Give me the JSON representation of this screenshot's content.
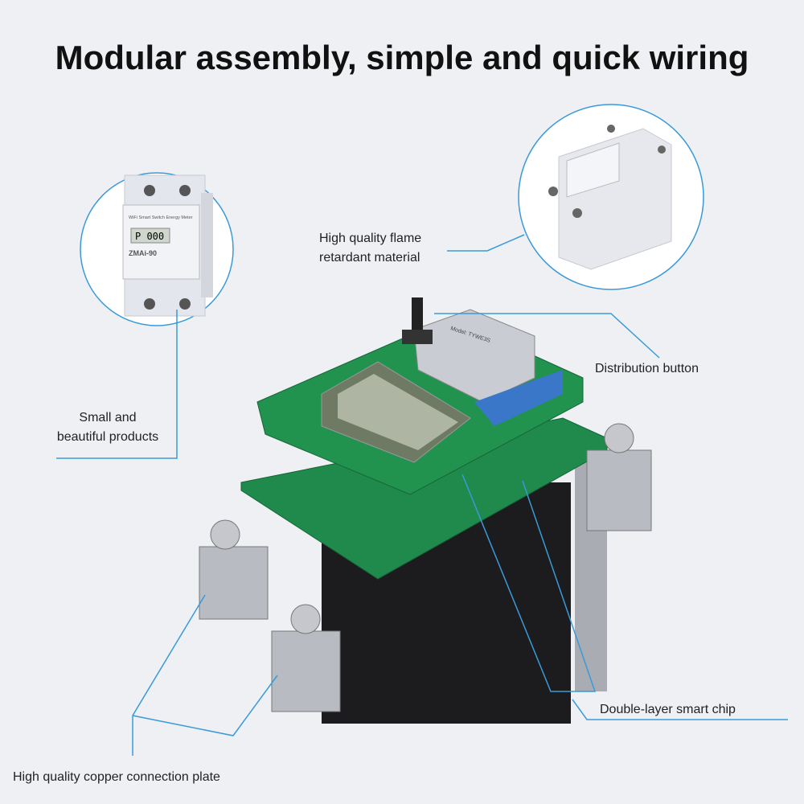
{
  "title": "Modular assembly, simple and quick wiring",
  "callouts": {
    "flame": [
      "High quality flame",
      "retardant material"
    ],
    "button": "Distribution button",
    "small": [
      "Small and",
      "beautiful products"
    ],
    "chip": "Double-layer smart chip",
    "copper": "High quality copper connection plate"
  },
  "meter": {
    "brand": "WiFi Smart Switch Energy Meter",
    "display": "P  000",
    "model": "ZMAi-90"
  },
  "module": {
    "model": "Model: TYWE3S"
  },
  "colors": {
    "accent": "#3a9ad9",
    "pcb": "#1f8a4c",
    "background": "#eef0f4"
  }
}
